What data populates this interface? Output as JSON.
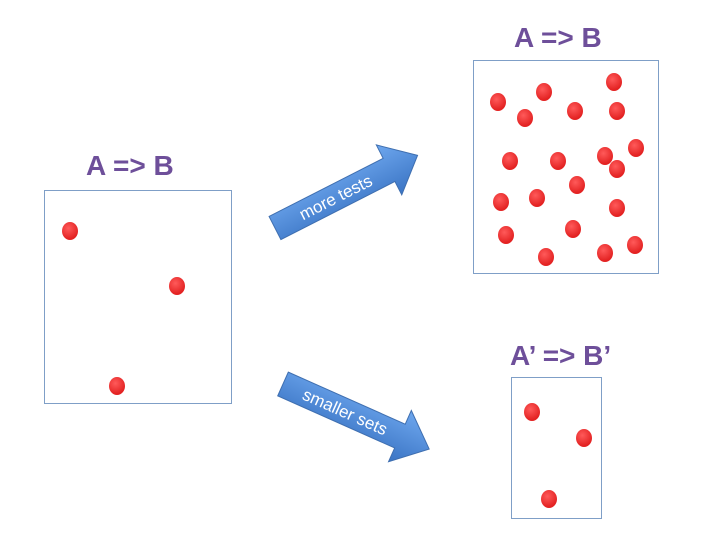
{
  "left": {
    "title": "A => B"
  },
  "top_right": {
    "title": "A => B"
  },
  "bottom_right": {
    "title": "A’ => B’"
  },
  "arrows": {
    "top": {
      "label": "more tests"
    },
    "bottom": {
      "label": "smaller sets"
    }
  },
  "colors": {
    "title": "#6e4f9a",
    "box_border": "#7f9fc7",
    "dot": "#e32222",
    "arrow_fill": "#4a86d6"
  }
}
